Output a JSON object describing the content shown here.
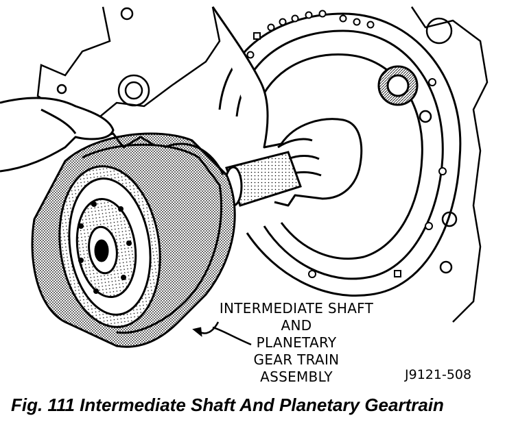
{
  "callout": {
    "lines": [
      "INTERMEDIATE SHAFT",
      "AND",
      "PLANETARY",
      "GEAR TRAIN",
      "ASSEMBLY"
    ]
  },
  "figure_code": "J9121-508",
  "caption": "Fig. 111 Intermediate Shaft And Planetary Geartrain",
  "colors": {
    "ink": "#000000",
    "paper": "#ffffff",
    "shade": "#8a8a8a"
  }
}
